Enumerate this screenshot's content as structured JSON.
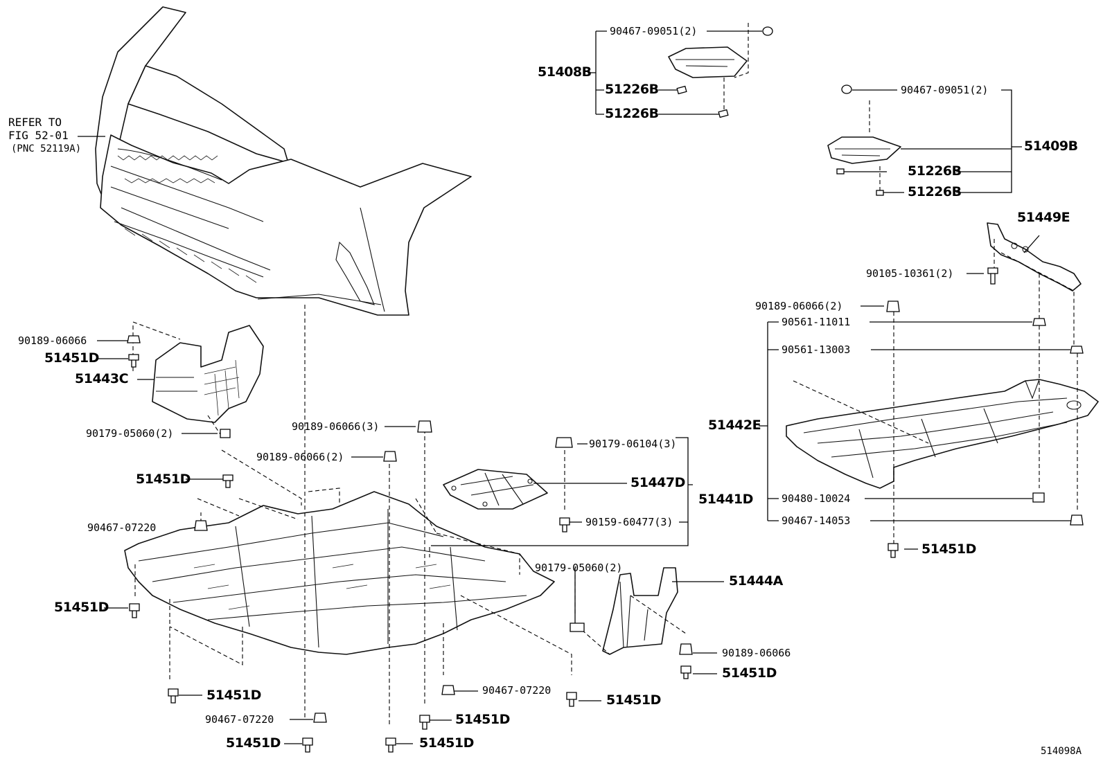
{
  "diagram_id": "514098A",
  "reference": {
    "line1": "REFER TO",
    "line2": "FIG 52-01",
    "line3": "(PNC 52119A)"
  },
  "labels": {
    "p51408B": "51408B",
    "p90467_09051_top": "90467-09051(2)",
    "p51226B_a": "51226B",
    "p51226B_b": "51226B",
    "p90467_09051_right": "90467-09051(2)",
    "p51409B": "51409B",
    "p51226B_c": "51226B",
    "p51226B_d": "51226B",
    "p51449E": "51449E",
    "p90105_10361": "90105-10361(2)",
    "p90189_06066_2_right": "90189-06066(2)",
    "p90561_11011": "90561-11011",
    "p90561_13003": "90561-13003",
    "p51442E": "51442E",
    "p90480_10024": "90480-10024",
    "p90467_14053": "90467-14053",
    "p51451D_right": "51451D",
    "p90189_06066_left": "90189-06066",
    "p51451D_left_top": "51451D",
    "p51443C": "51443C",
    "p90179_05060_left": "90179-05060(2)",
    "p51451D_left_mid": "51451D",
    "p90189_06066_3": "90189-06066(3)",
    "p90189_06066_2_center": "90189-06066(2)",
    "p90179_06104": "90179-06104(3)",
    "p51447D": "51447D",
    "p51441D": "51441D",
    "p90159_60477": "90159-60477(3)",
    "p90467_07220_left": "90467-07220",
    "p51451D_left_low": "51451D",
    "p90179_05060_center": "90179-05060(2)",
    "p51444A": "51444A",
    "p90189_06066_bottom_right": "90189-06066",
    "p51451D_bottom_right": "51451D",
    "p51451D_bottom_left": "51451D",
    "p90467_07220_bottom_center": "90467-07220",
    "p51451D_bottom_center": "51451D",
    "p90467_07220_bottom_left": "90467-07220",
    "p51451D_bottom_a": "51451D",
    "p51451D_bottom_b": "51451D",
    "p51451D_bottom_c": "51451D"
  }
}
